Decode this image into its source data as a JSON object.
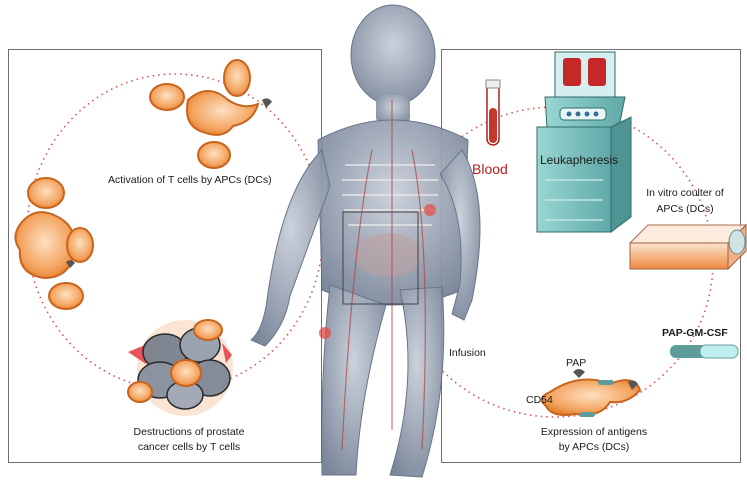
{
  "left_panel": {
    "activation_label": "Activation of T cells  by APCs (DCs)",
    "destruction_label_line1": "Destructions of prostate",
    "destruction_label_line2": "cancer cells by T cells"
  },
  "right_panel": {
    "blood_label": "Blood",
    "leukapheresis_label": "Leukapheresis",
    "invitro_label_line1": "In vitro coulter of",
    "invitro_label_line2": "APCs (DCs)",
    "pap_gm_csf_label": "PAP-GM-CSF",
    "infusion_label": "Infusion",
    "pap_label": "PAP",
    "cd54_label": "CD54",
    "expression_label_line1": "Expression of antigens",
    "expression_label_line2": "by APCs (DCs)"
  },
  "colors": {
    "cycle_dots": "#d9534f",
    "cell_fill": "#f4a460",
    "cell_stroke": "#c8641e",
    "blood_red": "#c0392b",
    "machine_teal": "#7fc4c4",
    "body_gray": "#8e9bb0"
  }
}
